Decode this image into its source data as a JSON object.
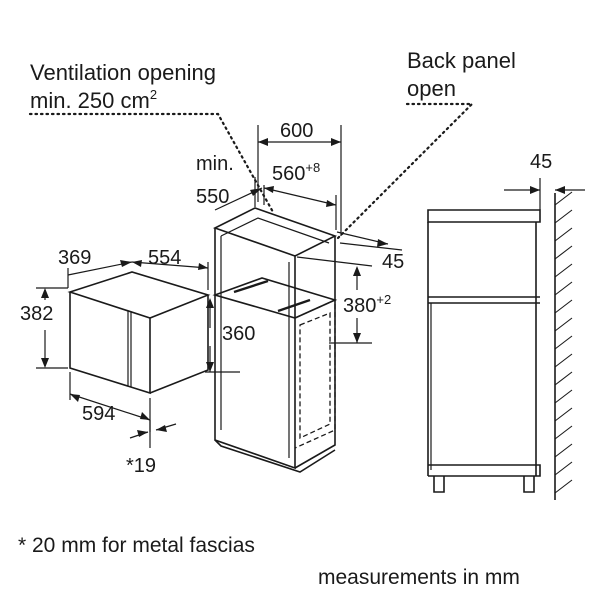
{
  "labels": {
    "ventilation_line1": "Ventilation opening",
    "ventilation_line2": "min. 250 cm",
    "ventilation_sup": "2",
    "back_panel_line1": "Back panel",
    "back_panel_line2": "open",
    "dim_600": "600",
    "dim_560": "560",
    "dim_560_sup": "+8",
    "dim_min": "min.",
    "dim_550": "550",
    "dim_369": "369",
    "dim_554": "554",
    "dim_382": "382",
    "dim_360": "360",
    "dim_380": "380",
    "dim_380_sup": "+2",
    "dim_45_cab": "45",
    "dim_45_side": "45",
    "dim_594": "594",
    "dim_19": "*19"
  },
  "footnotes": {
    "metal": "* 20 mm for metal fascias",
    "units": "measurements in mm"
  }
}
